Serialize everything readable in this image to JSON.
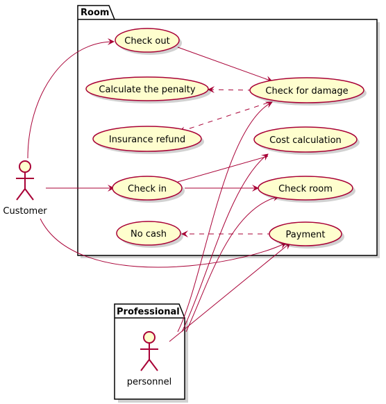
{
  "packages": {
    "room": "Room",
    "professional": "Professional"
  },
  "actors": {
    "customer": "Customer",
    "personnel": "personnel"
  },
  "usecases": {
    "check_out": "Check out",
    "check_for_damage": "Check for damage",
    "calculate_penalty": "Calculate the penalty",
    "insurance_refund": "Insurance refund",
    "cost_calculation": "Cost calculation",
    "check_in": "Check in",
    "check_room": "Check room",
    "no_cash": "No cash",
    "payment": "Payment"
  },
  "colors": {
    "usecase_fill": "#FEFECE",
    "border": "#A80036",
    "package_border": "#000000"
  }
}
